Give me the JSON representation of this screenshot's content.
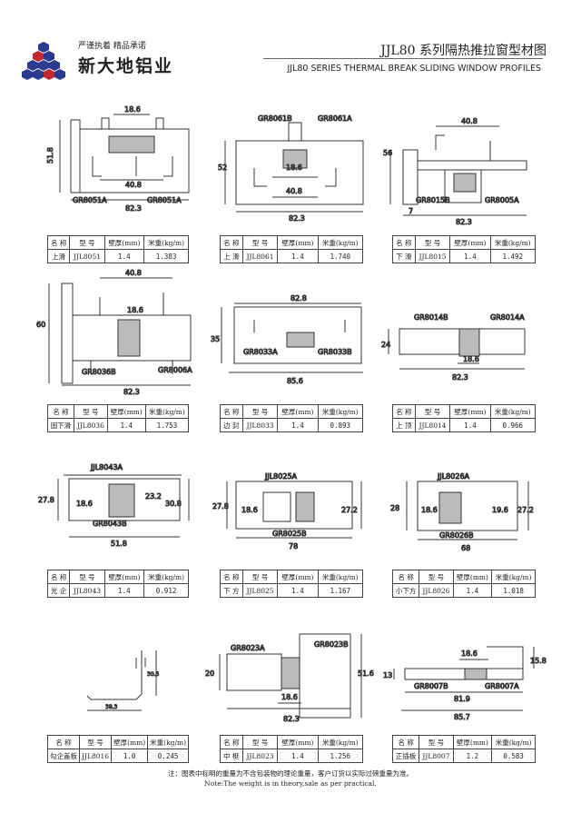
{
  "header": {
    "slogan": "严谨执着  精品承诺",
    "company": "新大地铝业",
    "title_cn": "JJL80 系列隔热推拉窗型材图",
    "title_en": "JJL80 SERIES THERMAL BREAK SLIDING WINDOW PROFILES",
    "logo_color": "#2b3a8f",
    "logo_accent": "#c0282d"
  },
  "table_headers": {
    "name": "名 称",
    "model": "型 号",
    "thickness": "壁厚(mm)",
    "weight": "米重(kg/m)"
  },
  "profiles": [
    {
      "name": "上滑",
      "model": "JJL8051",
      "thickness": "1.4",
      "weight": "1.383",
      "parts": [
        "GR8051A",
        "GR8051A"
      ],
      "dims": [
        "18.6",
        "51.8",
        "40.8",
        "82.3"
      ]
    },
    {
      "name": "上  滑",
      "model": "JJL8061",
      "thickness": "1.4",
      "weight": "1.740",
      "parts": [
        "GR8061B",
        "GR8061A"
      ],
      "dims": [
        "52",
        "18.6",
        "40.8",
        "82.3"
      ]
    },
    {
      "name": "下  滑",
      "model": "JJL8015",
      "thickness": "1.4",
      "weight": "1.492",
      "parts": [
        "GR8015B",
        "GR8005A"
      ],
      "dims": [
        "40.8",
        "56",
        "7",
        "82.3"
      ]
    },
    {
      "name": "固下滑",
      "model": "JJL8036",
      "thickness": "1.4",
      "weight": "1.753",
      "parts": [
        "GR8036B",
        "GR8006A"
      ],
      "dims": [
        "40.8",
        "60",
        "18.6",
        "82.3"
      ]
    },
    {
      "name": "边  封",
      "model": "JJL8033",
      "thickness": "1.4",
      "weight": "0.893",
      "parts": [
        "GR8033A",
        "GR8033B"
      ],
      "dims": [
        "82.8",
        "35",
        "85.6"
      ]
    },
    {
      "name": "上  顶",
      "model": "JJL8014",
      "thickness": "1.4",
      "weight": "0.966",
      "parts": [
        "GR8014B",
        "GR8014A"
      ],
      "dims": [
        "24",
        "18.6",
        "82.3"
      ]
    },
    {
      "name": "光  企",
      "model": "JJL8043",
      "thickness": "1.4",
      "weight": "0.912",
      "parts": [
        "JJL8043A",
        "GR8043B"
      ],
      "dims": [
        "27.8",
        "18.6",
        "23.2",
        "30.8",
        "51.8"
      ]
    },
    {
      "name": "下  方",
      "model": "JJL8025",
      "thickness": "1.4",
      "weight": "1.167",
      "parts": [
        "JJL8025A",
        "GR8025B"
      ],
      "dims": [
        "27.8",
        "18.6",
        "27.2",
        "78"
      ]
    },
    {
      "name": "小下方",
      "model": "JJL8026",
      "thickness": "1.4",
      "weight": "1.018",
      "parts": [
        "JJL8026A",
        "GR8026B"
      ],
      "dims": [
        "28",
        "18.6",
        "19.6",
        "27.2",
        "68"
      ]
    },
    {
      "name": "勾企盖板",
      "model": "JJL8016",
      "thickness": "1.0",
      "weight": "0.245",
      "parts": [],
      "dims": [
        "30.5",
        "38.3"
      ]
    },
    {
      "name": "中  梃",
      "model": "JJL8023",
      "thickness": "1.4",
      "weight": "1.256",
      "parts": [
        "GR8023A",
        "GR8023B"
      ],
      "dims": [
        "20",
        "51.6",
        "18.6",
        "82.3"
      ]
    },
    {
      "name": "正插板",
      "model": "JJL8007",
      "thickness": "1.2",
      "weight": "0.583",
      "parts": [
        "GR8007B",
        "GR8007A"
      ],
      "dims": [
        "18.6",
        "13",
        "15.8",
        "81.9",
        "85.7"
      ]
    }
  ],
  "footer": {
    "note_cn": "注：图表中标明的重量为不含包装物的理论重量，客户订货以实际过磅重量为准。",
    "note_en": "Note:The weight is in theory,sale as per practical."
  }
}
